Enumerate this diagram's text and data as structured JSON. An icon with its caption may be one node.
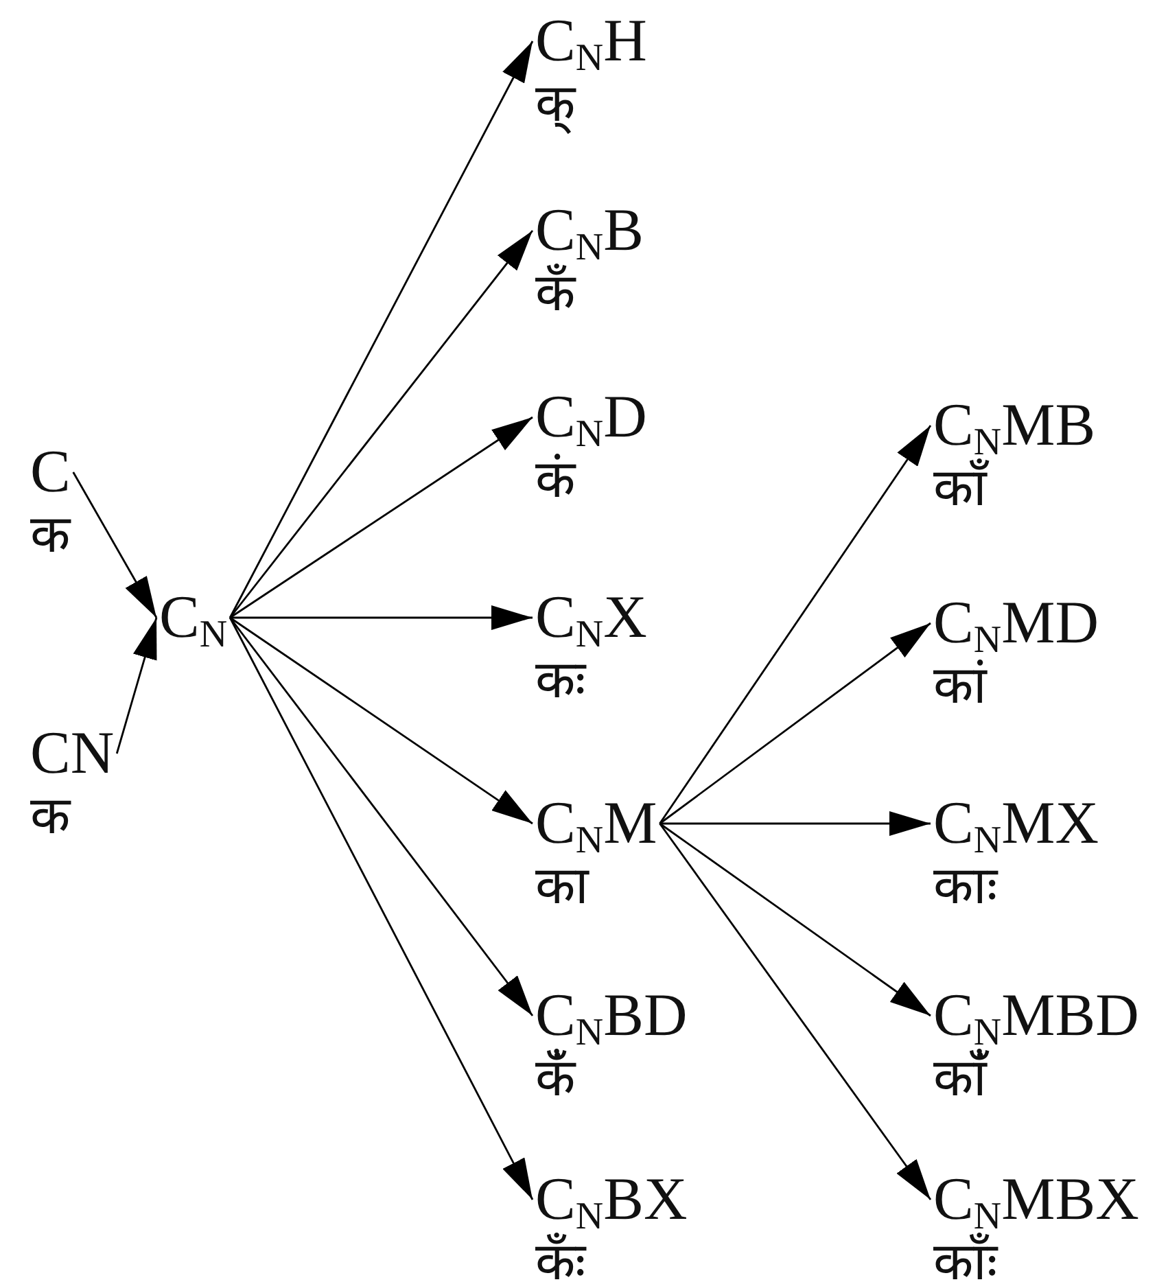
{
  "diagram": {
    "nodes": [
      {
        "text": [
          "C",
          "क"
        ]
      },
      {
        "text": [
          "CN",
          "क"
        ]
      },
      {
        "text": [
          "C$_{N}$"
        ]
      },
      {
        "text": [
          "C$_{N}$H",
          "क्"
        ]
      },
      {
        "text": [
          "C$_{N}$B",
          "कँ"
        ]
      },
      {
        "text": [
          "C$_{N}$D",
          "कं"
        ]
      },
      {
        "text": [
          "C$_{N}$X",
          "कः"
        ]
      },
      {
        "text": [
          "C$_{N}$M",
          "का"
        ]
      },
      {
        "text": [
          "C$_{N}$BD",
          "कँं"
        ]
      },
      {
        "text": [
          "C$_{N}$BX",
          "कँः"
        ]
      },
      {
        "text": [
          "C$_{N}$MB",
          "काँ"
        ]
      },
      {
        "text": [
          "C$_{N}$MD",
          "कां"
        ]
      },
      {
        "text": [
          "C$_{N}$MX",
          "काः"
        ]
      },
      {
        "text": [
          "C$_{N}$MBD",
          "काँं"
        ]
      },
      {
        "text": [
          "C$_{N}$MBX",
          "काँः"
        ]
      }
    ],
    "edges": [
      {
        "from": 0,
        "to": 2,
        "arrow": "to"
      },
      {
        "from": 1,
        "to": 2,
        "arrow": "to"
      },
      {
        "from": 2,
        "to": 3,
        "arrow": "to"
      },
      {
        "from": 2,
        "to": 4,
        "arrow": "to"
      },
      {
        "from": 2,
        "to": 5,
        "arrow": "to"
      },
      {
        "from": 2,
        "to": 6,
        "arrow": "to"
      },
      {
        "from": 2,
        "to": 7,
        "arrow": "to"
      },
      {
        "from": 2,
        "to": 8,
        "arrow": "to"
      },
      {
        "from": 2,
        "to": 9,
        "arrow": "to"
      },
      {
        "from": 7,
        "to": 10,
        "arrow": "to"
      },
      {
        "from": 7,
        "to": 11,
        "arrow": "to"
      },
      {
        "from": 7,
        "to": 12,
        "arrow": "to"
      },
      {
        "from": 7,
        "to": 13,
        "arrow": "to"
      },
      {
        "from": 7,
        "to": 14,
        "arrow": "to"
      }
    ]
  }
}
